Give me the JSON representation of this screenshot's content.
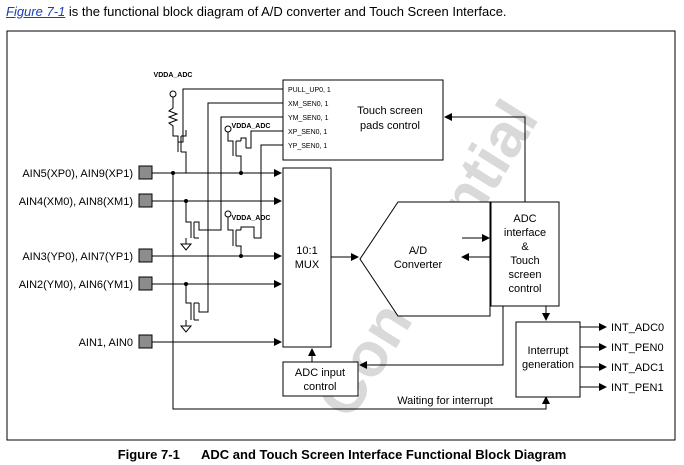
{
  "intro": {
    "figure_ref": "Figure 7-1",
    "text": " is the functional block diagram of A/D converter and Touch Screen Interface."
  },
  "diagram": {
    "vdda_labels": [
      "VDDA_ADC",
      "VDDA_ADC",
      "VDDA_ADC"
    ],
    "touch_block": {
      "signals": [
        "PULL_UP0, 1",
        "XM_SEN0, 1",
        "YM_SEN0, 1",
        "XP_SEN0, 1",
        "YP_SEN0, 1"
      ],
      "title_line1": "Touch screen",
      "title_line2": "pads control"
    },
    "inputs": [
      "AIN5(XP0),  AIN9(XP1)",
      "AIN4(XM0),  AIN8(XM1)",
      "AIN3(YP0),  AIN7(YP1)",
      "AIN2(YM0),  AIN6(YM1)",
      "AIN1,  AIN0"
    ],
    "mux": {
      "line1": "10:1",
      "line2": "MUX"
    },
    "adc": {
      "line1": "A/D",
      "line2": "Converter"
    },
    "adc_interface": {
      "lines": [
        "ADC",
        "interface",
        "&",
        "Touch",
        "screen",
        "control"
      ]
    },
    "interrupt": {
      "line1": "Interrupt",
      "line2": "generation"
    },
    "adc_input": {
      "line1": "ADC input",
      "line2": "control"
    },
    "outputs": [
      "INT_ADC0",
      "INT_PEN0",
      "INT_ADC1",
      "INT_PEN1"
    ],
    "waiting_label": "Waiting for interrupt",
    "watermark": "Confidential"
  },
  "caption": {
    "number": "Figure 7-1",
    "title": "ADC and Touch Screen Interface Functional Block Diagram"
  }
}
